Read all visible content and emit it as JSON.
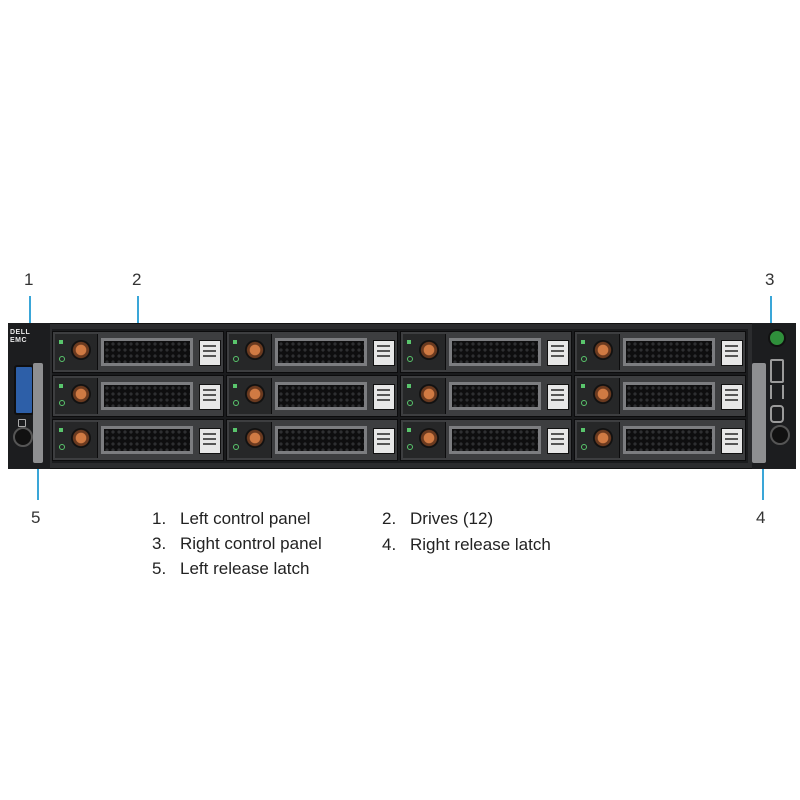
{
  "callouts": [
    {
      "number": "1"
    },
    {
      "number": "2"
    },
    {
      "number": "3"
    },
    {
      "number": "4"
    },
    {
      "number": "5"
    }
  ],
  "logo": {
    "line1": "DELL",
    "line2": "EMC"
  },
  "drive_count": 12,
  "legend": [
    {
      "num": "1.",
      "label": "Left control panel"
    },
    {
      "num": "2.",
      "label": "Drives (12)"
    },
    {
      "num": "3.",
      "label": "Right control panel"
    },
    {
      "num": "4.",
      "label": "Right release latch"
    },
    {
      "num": "5.",
      "label": "Left release latch"
    }
  ],
  "colors": {
    "leader": "#3aa6d8",
    "chassis": "#2b2c2e",
    "power": "#2f8f3b",
    "drive_button": "#d07a43"
  }
}
